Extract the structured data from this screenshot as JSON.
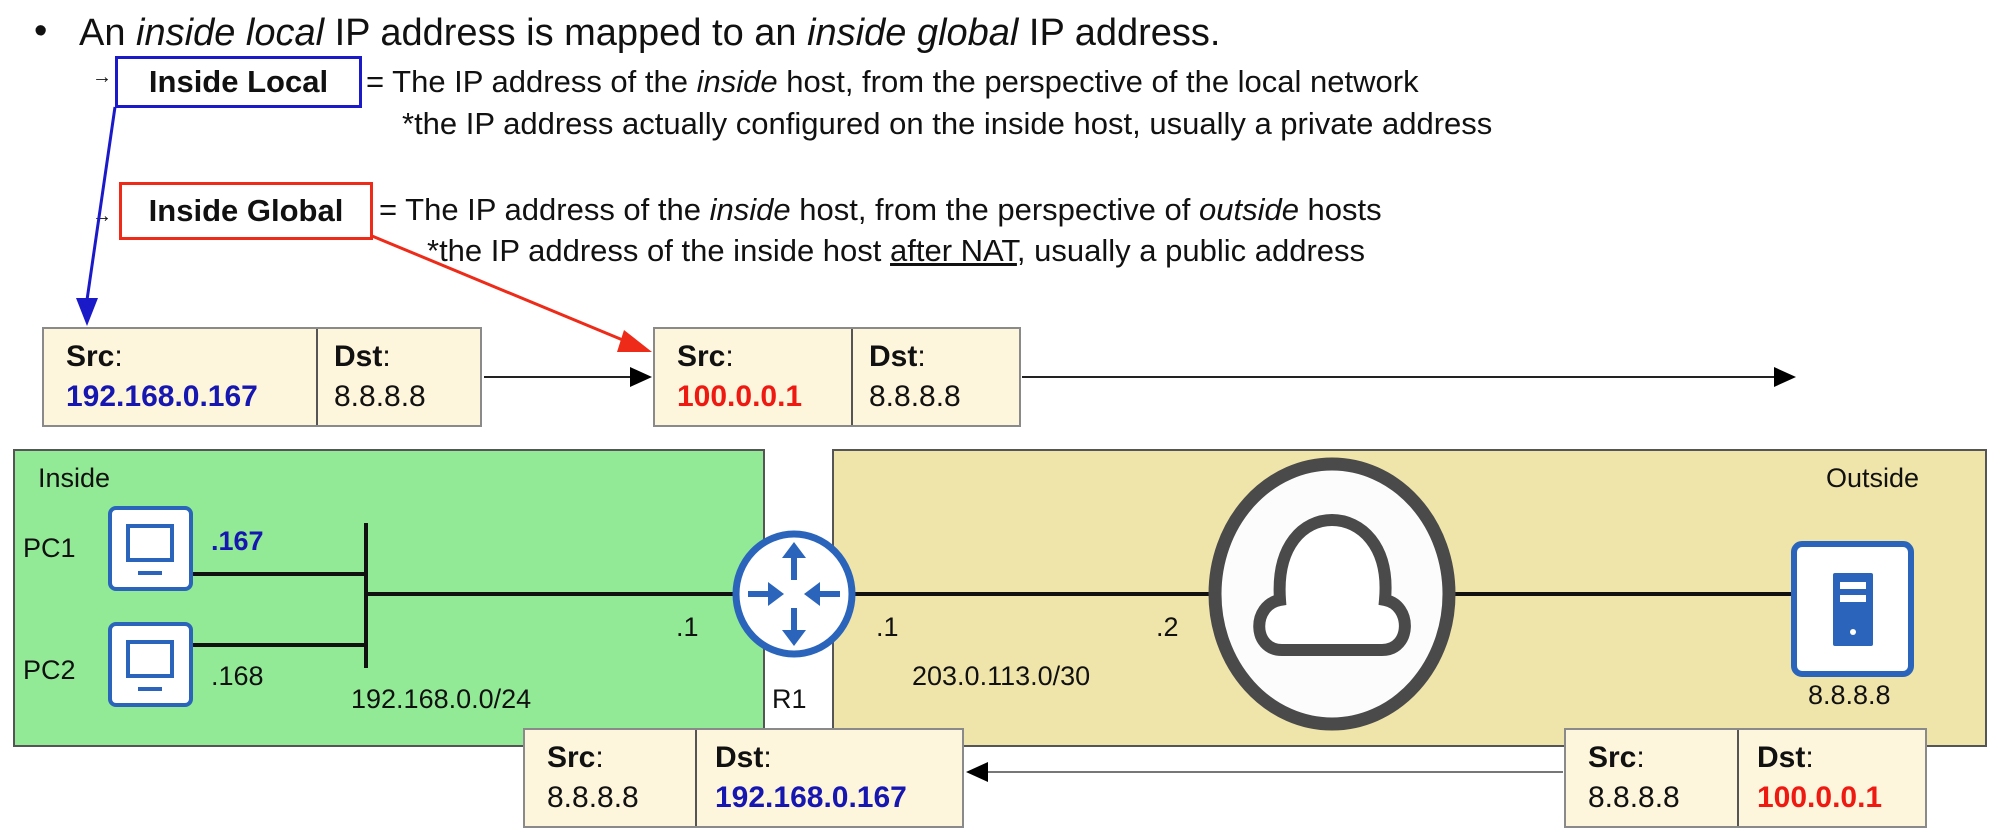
{
  "bullet": {
    "prefix": "An ",
    "em1": "inside local",
    "mid": "  IP address is mapped to an ",
    "em2": "inside global",
    "suffix": " IP address."
  },
  "inside_local": {
    "term": "Inside Local",
    "def_pre": "= The IP address of the ",
    "def_em": "inside",
    "def_post": " host, from the perspective of the local network",
    "note": "*the IP address actually configured on the inside host, usually a private address"
  },
  "inside_global": {
    "term": "Inside Global",
    "def_pre": "= The IP address of the ",
    "def_em": "inside",
    "def_mid": " host, from the perspective of ",
    "def_em2": "outside",
    "def_post": " hosts",
    "note_pre": "*the IP address of the inside host ",
    "note_u": "after NAT",
    "note_post": ", usually a public address"
  },
  "packets": [
    {
      "src_label": "Src",
      "dst_label": "Dst",
      "src": "192.168.0.167",
      "dst": "8.8.8.8"
    },
    {
      "src_label": "Src",
      "dst_label": "Dst",
      "src": "100.0.0.1",
      "dst": "8.8.8.8"
    },
    {
      "src_label": "Src",
      "dst_label": "Dst",
      "src": "8.8.8.8",
      "dst": "192.168.0.167"
    },
    {
      "src_label": "Src",
      "dst_label": "Dst",
      "src": "8.8.8.8",
      "dst": "100.0.0.1"
    }
  ],
  "colon": ":",
  "topology": {
    "inside_label": "Inside",
    "outside_label": "Outside",
    "pc1": "PC1",
    "pc1_ip": ".167",
    "pc2": "PC2",
    "pc2_ip": ".168",
    "lan": "192.168.0.0/24",
    "r1": "R1",
    "r1_in": ".1",
    "r1_out": ".1",
    "wan": "203.0.113.0/30",
    "isp": ".2",
    "server_ip": "8.8.8.8"
  },
  "colors": {
    "blue": "#1616b0",
    "red": "#ee1a12",
    "inside": "#92e996",
    "outside": "#efe4aa",
    "packet": "#fdf5dc"
  }
}
